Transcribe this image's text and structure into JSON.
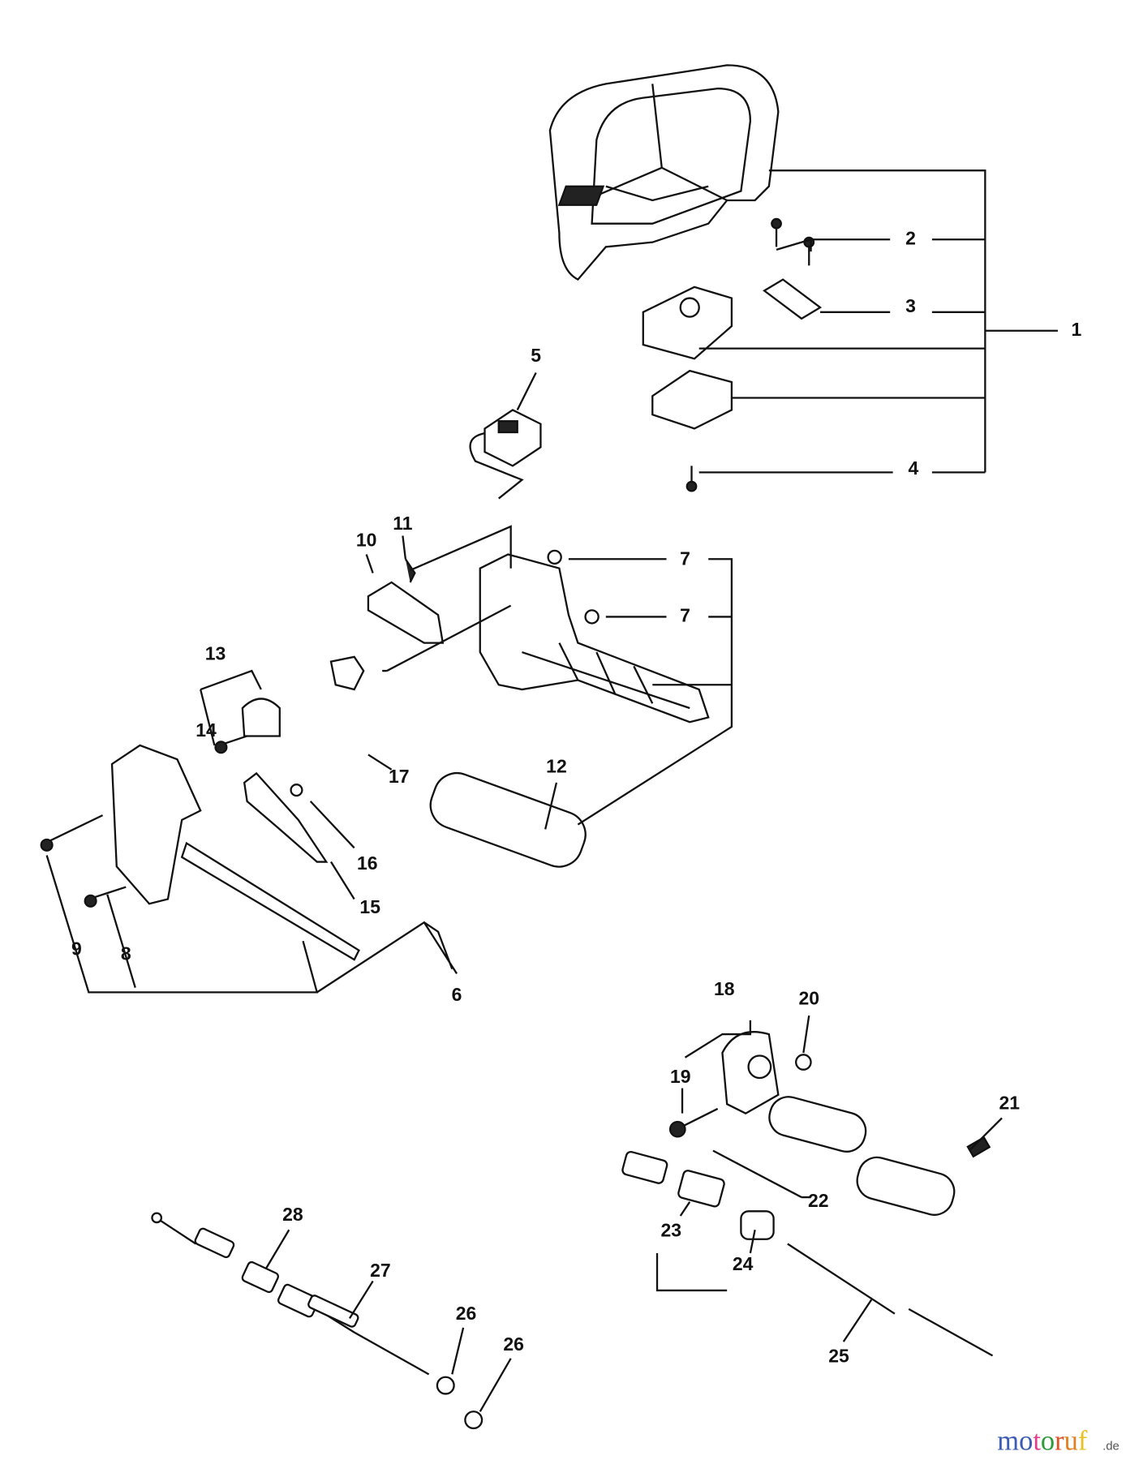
{
  "labels": [
    "1",
    "2",
    "3",
    "4",
    "5",
    "6",
    "7",
    "7",
    "8",
    "9",
    "10",
    "11",
    "12",
    "13",
    "14",
    "15",
    "16",
    "17",
    "18",
    "19",
    "20",
    "21",
    "22",
    "23",
    "24",
    "25",
    "26",
    "26",
    "27",
    "28"
  ],
  "watermark": {
    "text": "motoruf",
    "suffix": ".de",
    "colors": [
      "#3b5bb5",
      "#3b5bb5",
      "#e0408a",
      "#2e9a3a",
      "#e05020",
      "#e08020",
      "#e8c020"
    ]
  }
}
